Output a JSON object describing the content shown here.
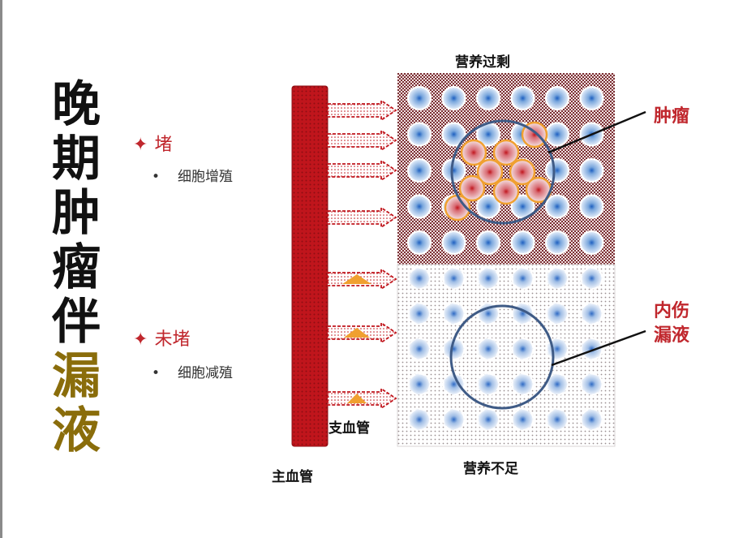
{
  "title": {
    "chars": [
      "晚",
      "期",
      "肿",
      "瘤",
      "伴"
    ],
    "highlight_chars": [
      "漏",
      "液"
    ],
    "color": "#111111",
    "highlight_color": "#8a6d0b"
  },
  "bullets": [
    {
      "label": "堵",
      "sub": "细胞增殖"
    },
    {
      "label": "未堵",
      "sub": "细胞减殖"
    }
  ],
  "bullet_symbol": "✦",
  "sub_symbol": "•",
  "labels": {
    "top": "营养过剩",
    "bottom": "营养不足",
    "main_vessel": "主血管",
    "branch_vessel": "支血管",
    "tumor": "肿瘤",
    "injury_line1": "内伤",
    "injury_line2": "漏液"
  },
  "colors": {
    "vessel": "#c0151c",
    "accent_red": "#c0272d",
    "top_panel": "#7a2f33",
    "circle": "#3f5b86",
    "tumor_cell": "#f0a030",
    "arrow_fill": "#f0a030"
  },
  "grid": {
    "rows": 5,
    "cols": 6
  }
}
